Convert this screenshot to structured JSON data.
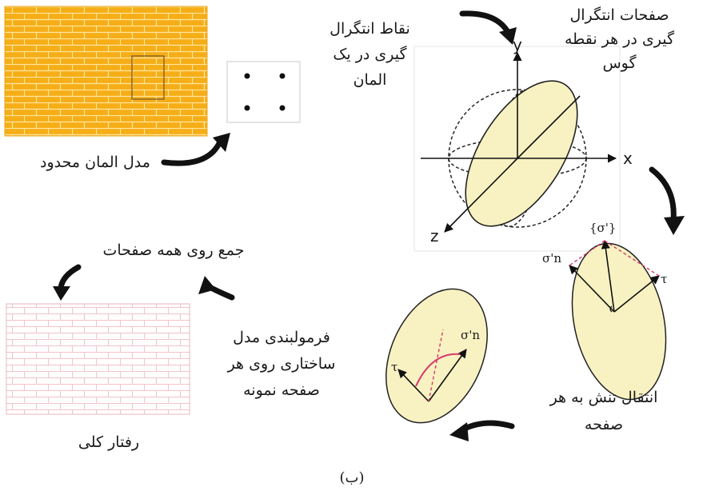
{
  "labels": {
    "fe_model": "مدل المان محدود",
    "gauss_points": "نقاط انتگرال\nگیری در یک\nالمان",
    "planes_per_gauss": "صفحات انتگرال\nگیری در هر نقطه\nگوس",
    "stress_transfer": "انتقال تنش به هر\nصفحه",
    "formulation": "فرمولبندی مدل\nساختاری روی هر\nصفحه نمونه",
    "sum_planes": "جمع روی همه صفحات",
    "global_behavior": "رفتار کلی",
    "caption": "(ب)"
  },
  "axes": {
    "x": "x",
    "y": "y",
    "z": "z"
  },
  "symbols": {
    "sigma_vec": "{σ'}",
    "sigma_n": "σ'n",
    "tau": "τ",
    "sigma_n2": "σ'n",
    "tau2": "τ"
  },
  "colors": {
    "brick_fill": "#f7b21c",
    "brick_mortar": "#ffe7a0",
    "plane_fill": "#f8f2c2",
    "pink": "#d63a6e",
    "light_brick": "#f3c9cf"
  }
}
